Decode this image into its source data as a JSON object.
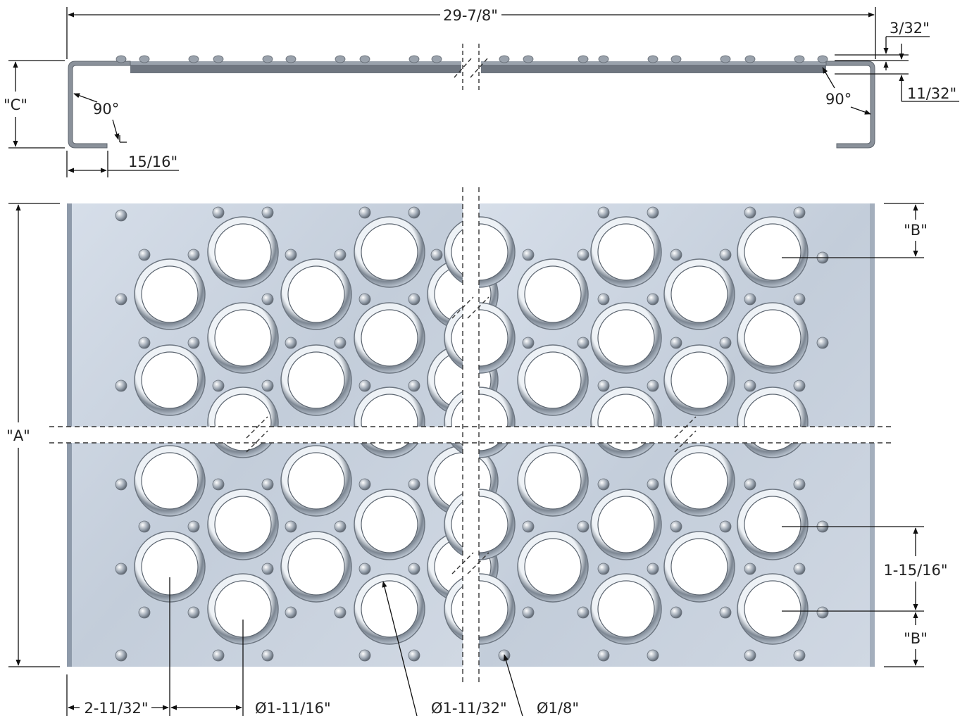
{
  "drawing": {
    "overall_length": "29-7/8\"",
    "top_allowance": "3/32\"",
    "button_height": "11/32\"",
    "flange_height_label": "\"C\"",
    "left_bend_angle": "90°",
    "right_bend_angle": "90°",
    "flange_return": "15/16\"",
    "panel_width_label": "\"A\"",
    "edge_offset_top_label": "\"B\"",
    "edge_offset_bottom_label": "\"B\"",
    "row_pitch": "1-15/16\"",
    "column_pitch": "2-11/32\"",
    "hole_dia_large": "Ø1-11/16\"",
    "hole_dia_inner": "Ø1-11/32\"",
    "button_dia": "Ø1/8\""
  },
  "colors": {
    "plate_fill": "#c9d3e0",
    "plate_edge": "#8e9aaa",
    "profile_fill": "#8a919a",
    "dimension_line": "#111111"
  }
}
